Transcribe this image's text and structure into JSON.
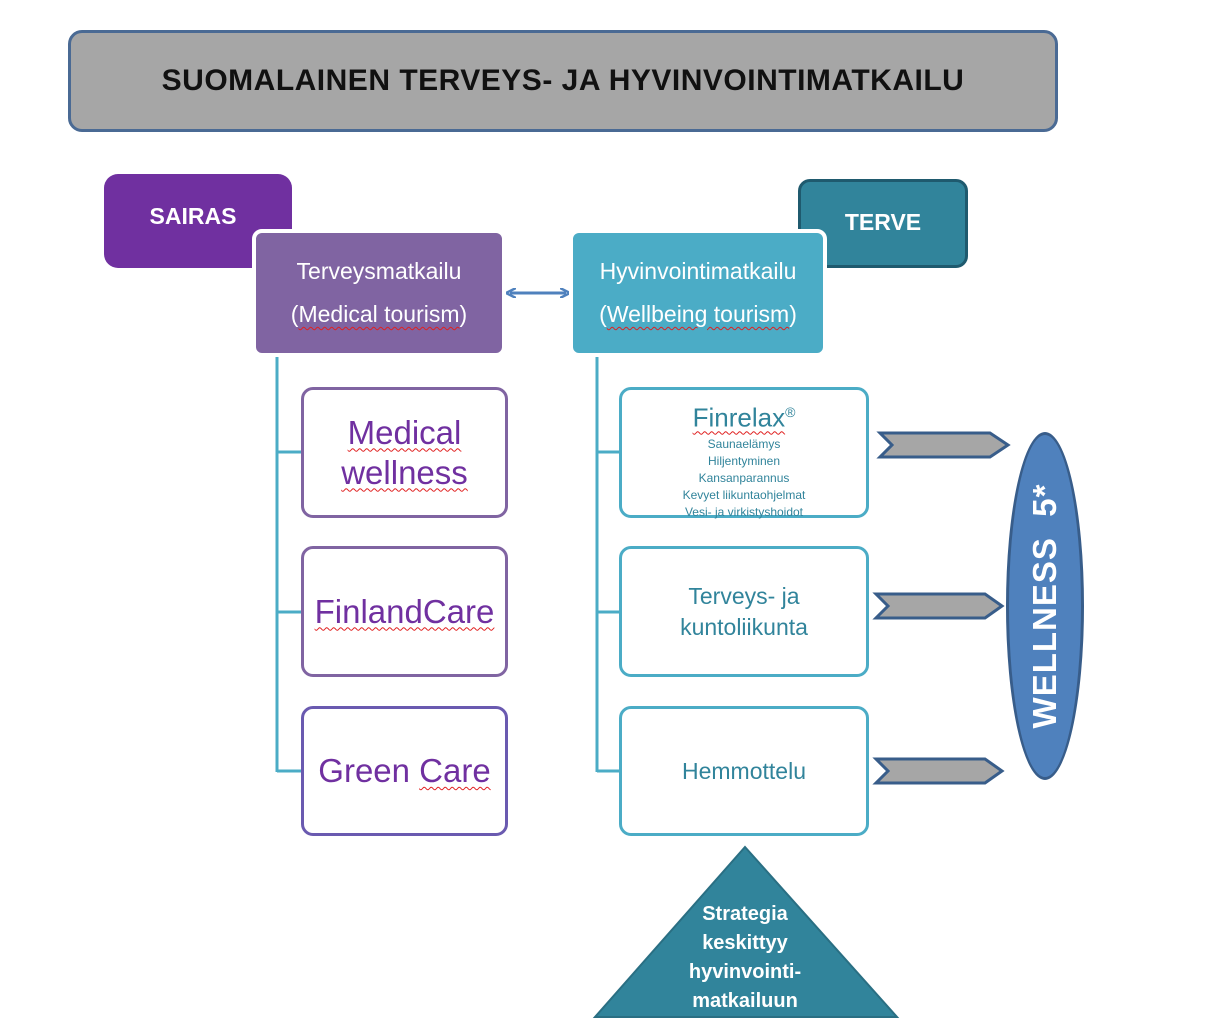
{
  "title": "SUOMALAINEN TERVEYS- JA HYVINVOINTIMATKAILU",
  "tags": {
    "left": "SAIRAS",
    "right": "TERVE"
  },
  "categories": {
    "medical": {
      "line1": "Terveysmatkailu",
      "open": "(",
      "underlined": "Medical tourism",
      "close": ")"
    },
    "wellbeing": {
      "line1": "Hyvinvointimatkailu",
      "open": "(",
      "underlined": "Wellbeing tourism",
      "close": ")"
    }
  },
  "medical_children": {
    "medical_wellness": {
      "line1": "Medical",
      "line2": "wellness"
    },
    "finlandcare": "FinlandCare",
    "green_care": {
      "word1": "Green",
      "word2": "Care"
    }
  },
  "wellbeing_children": {
    "finrelax": {
      "title": "Finrelax",
      "mark": "®",
      "items": [
        "Saunaelämys",
        "Hiljentyminen",
        "Kansanparannus",
        "Kevyet liikuntaohjelmat",
        "Vesi- ja virkistyshoidot"
      ]
    },
    "terveys": {
      "line1": "Terveys- ja",
      "line2": "kuntoliikunta"
    },
    "hemmottelu": "Hemmottelu"
  },
  "wellness": "WELLNESS  5*",
  "strategy": [
    "Strategia",
    "keskittyy",
    "hyvinvointi-",
    "matkailuun"
  ],
  "colors": {
    "title_fill": "#a6a6a6",
    "sairas": "#7030a0",
    "terve": "#31849b",
    "medical_box": "#8064a2",
    "wellbeing_box": "#4bacc6",
    "wellness": "#4f81bd",
    "triangle": "#31849b",
    "arrow_fill": "#a6a6a6"
  }
}
